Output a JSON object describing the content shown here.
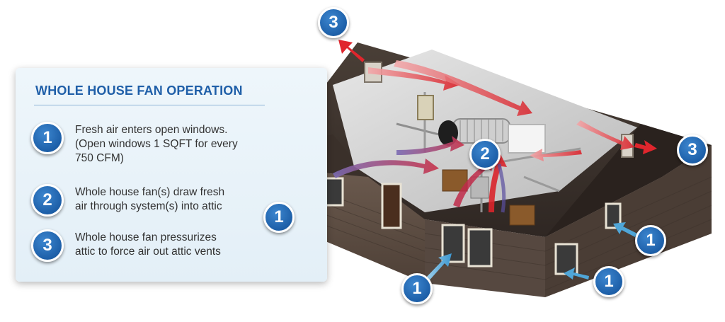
{
  "legend": {
    "title": "WHOLE HOUSE FAN OPERATION",
    "steps": [
      {
        "number": "1",
        "lines": [
          "Fresh air enters open windows.",
          "(Open windows 1 SQFT for every",
          "750 CFM)"
        ]
      },
      {
        "number": "2",
        "lines": [
          "Whole house fan(s) draw fresh",
          "air through system(s) into attic"
        ]
      },
      {
        "number": "3",
        "lines": [
          "Whole house fan pressurizes",
          "attic to force air out attic vents"
        ]
      }
    ]
  },
  "callouts": [
    {
      "number": "3",
      "name": "callout-exhaust-top"
    },
    {
      "number": "3",
      "name": "callout-exhaust-gable"
    },
    {
      "number": "2",
      "name": "callout-fan"
    },
    {
      "number": "1",
      "name": "callout-window-left"
    },
    {
      "number": "1",
      "name": "callout-window-front"
    },
    {
      "number": "1",
      "name": "callout-window-side-low"
    },
    {
      "number": "1",
      "name": "callout-window-side-high"
    }
  ],
  "colors": {
    "badge_blue": "#1d5fa8",
    "title_blue": "#1f5fa8",
    "intake_arrow": "#4fa6d8",
    "exhaust_arrow": "#e0262d",
    "roof": "#3b312b",
    "siding": "#5a4a40"
  }
}
